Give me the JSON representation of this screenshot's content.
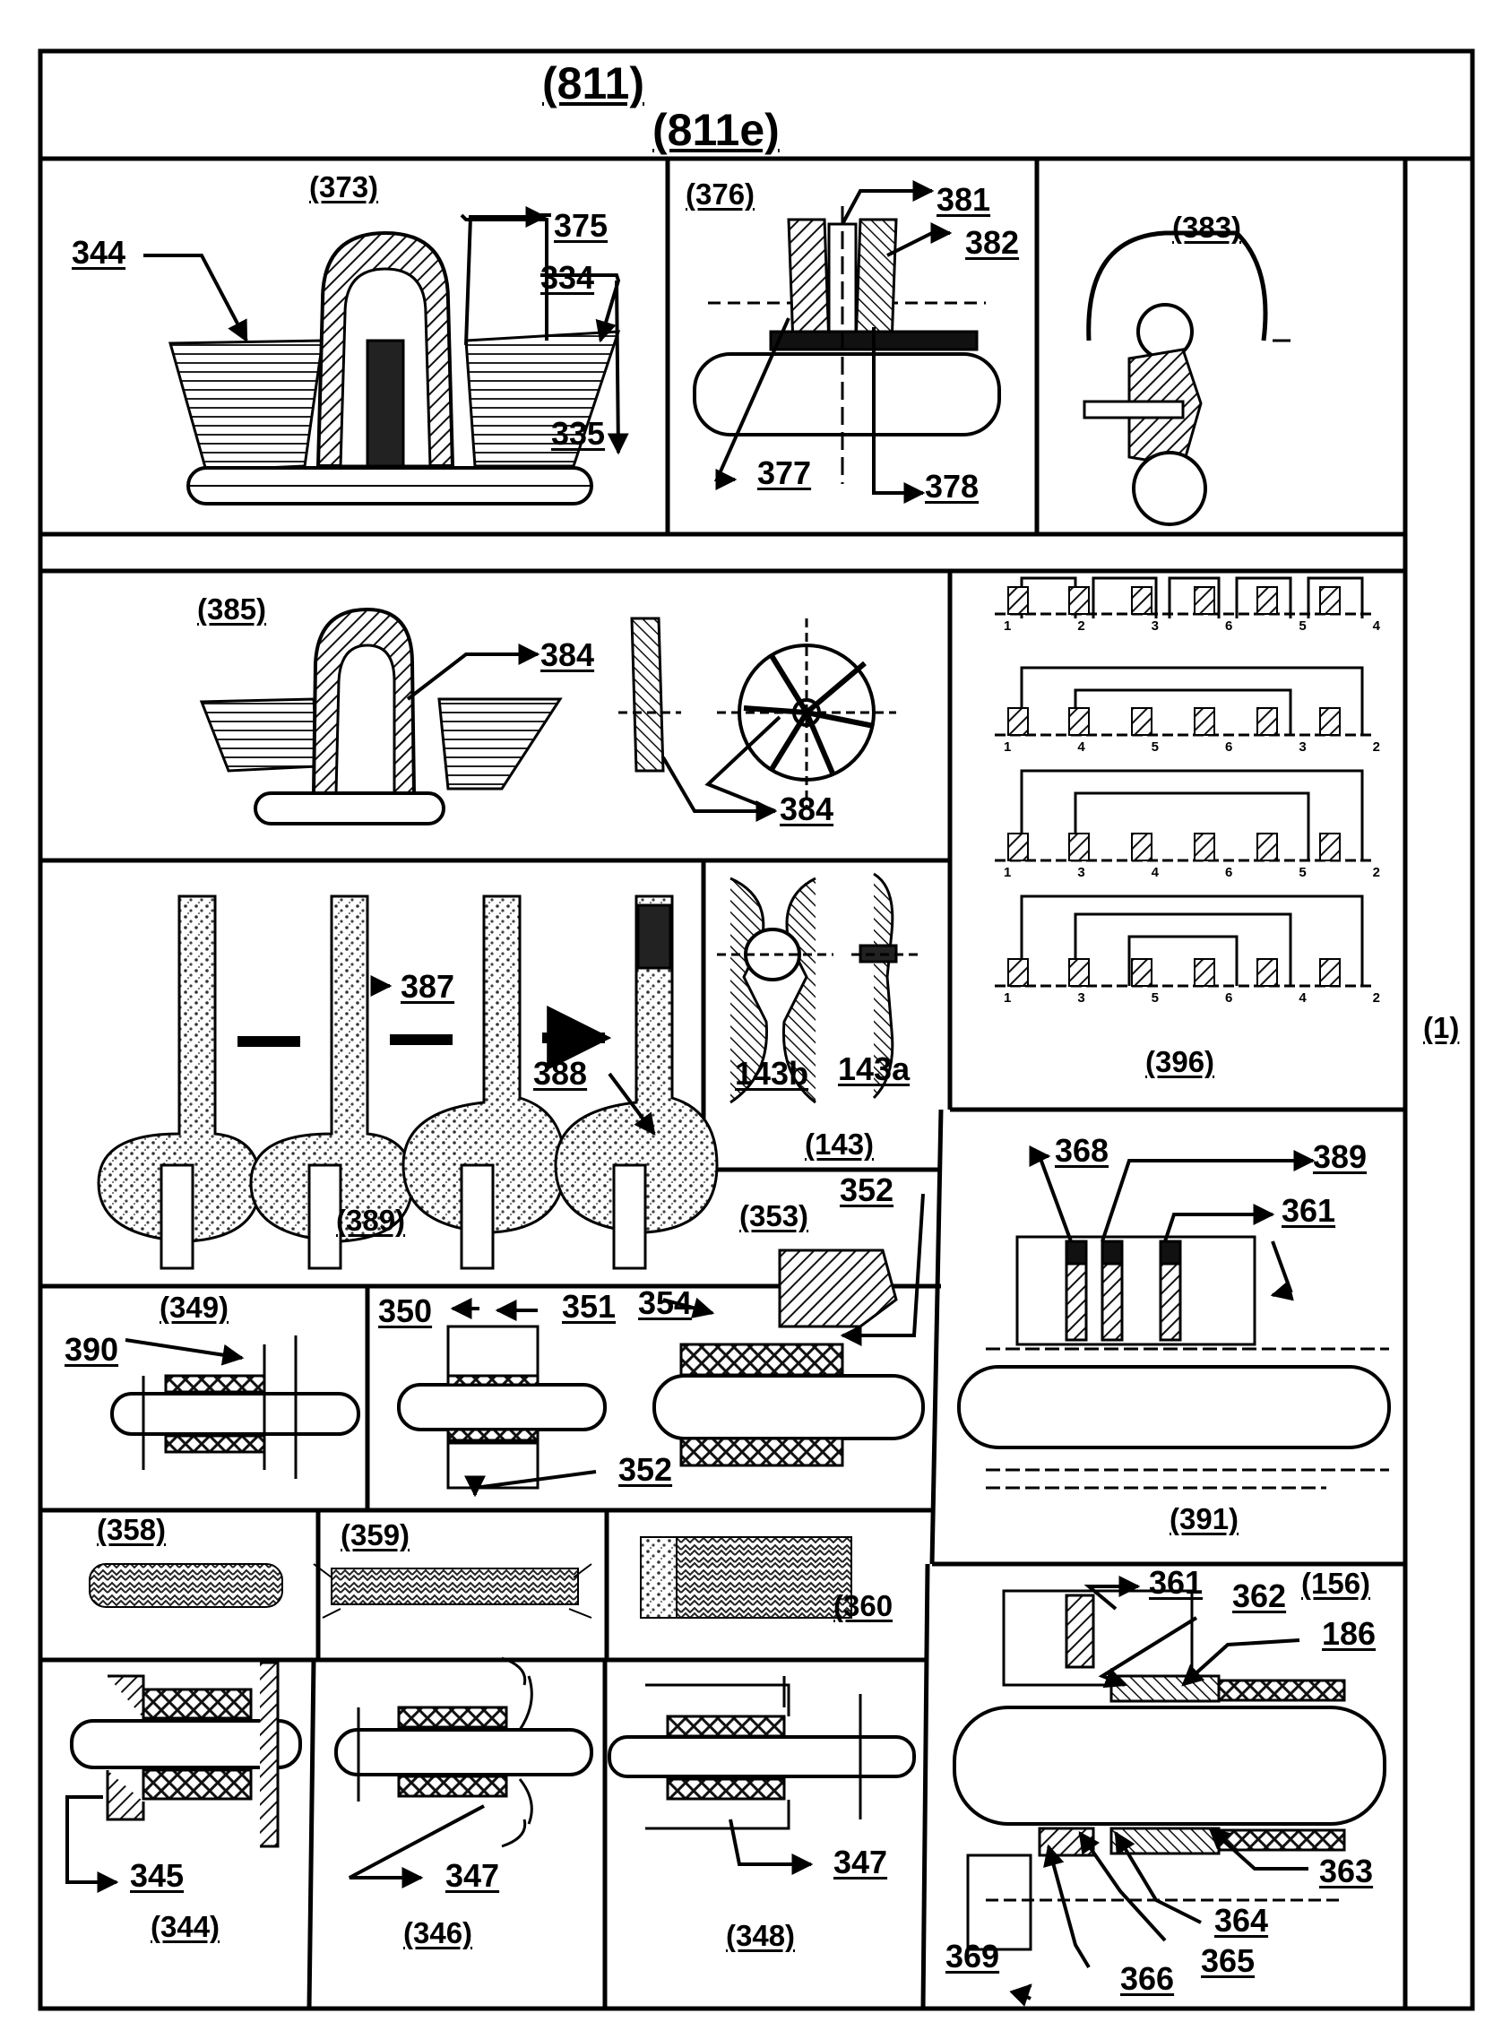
{
  "header": {
    "title_1": "(811)",
    "title_2": "(811e)"
  },
  "side_label": "(1)",
  "panels": {
    "p373": {
      "caption": "(373)",
      "callouts": [
        "344",
        "375",
        "334",
        "335"
      ]
    },
    "p376": {
      "caption": "(376)",
      "callouts": [
        "381",
        "382",
        "377",
        "378"
      ]
    },
    "p383": {
      "caption": "(383)"
    },
    "p385": {
      "caption": "(385)",
      "callouts": [
        "384",
        "384"
      ]
    },
    "p396": {
      "caption": "(396)",
      "stage_numbers": [
        [
          "1",
          "2",
          "3",
          "6",
          "5",
          "4"
        ],
        [
          "1",
          "4",
          "5",
          "6",
          "3",
          "2"
        ],
        [
          "1",
          "3",
          "4",
          "6",
          "5",
          "2"
        ],
        [
          "1",
          "3",
          "5",
          "6",
          "4",
          "2"
        ]
      ]
    },
    "p389": {
      "caption": "(389)",
      "callouts": [
        "387",
        "388"
      ]
    },
    "p143": {
      "caption": "(143)",
      "callouts": [
        "143b",
        "143a"
      ]
    },
    "p391": {
      "caption": "(391)",
      "callouts": [
        "368",
        "389",
        "361"
      ]
    },
    "p349": {
      "caption": "(349)",
      "callouts": [
        "390"
      ]
    },
    "p353": {
      "caption": "(353)",
      "callouts": [
        "350",
        "351",
        "354",
        "352",
        "352"
      ]
    },
    "p358": {
      "caption": "(358)"
    },
    "p359": {
      "caption": "(359)"
    },
    "p360": {
      "caption": "(360"
    },
    "p156": {
      "caption": "(156)",
      "callouts": [
        "361",
        "362",
        "186",
        "363",
        "364",
        "365",
        "366",
        "369"
      ]
    },
    "p344": {
      "caption": "(344)",
      "callouts": [
        "345"
      ]
    },
    "p346": {
      "caption": "(346)",
      "callouts": [
        "347"
      ]
    },
    "p348": {
      "caption": "(348)",
      "callouts": [
        "347"
      ]
    }
  }
}
